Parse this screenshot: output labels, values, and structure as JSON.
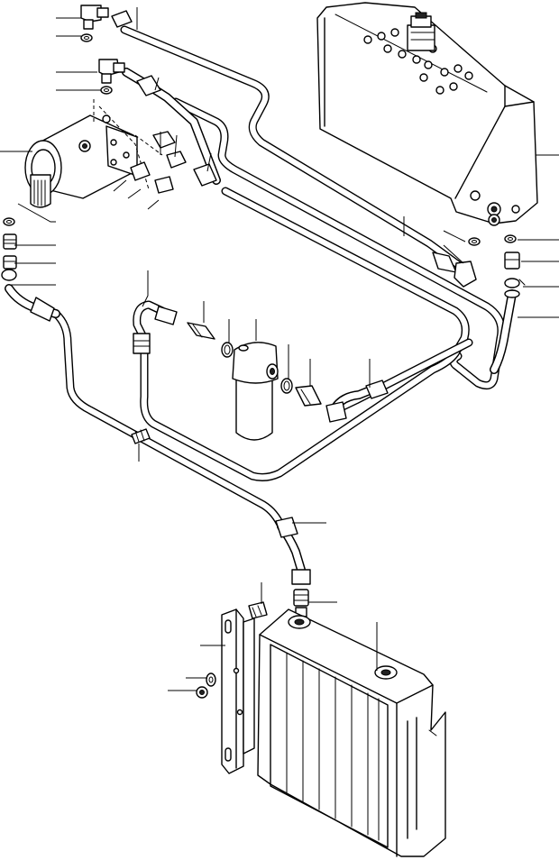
{
  "diagram": {
    "kind": "hydraulic oil cooler piping exploded parts view",
    "callout_count": 34,
    "components": [
      "hydraulic-tank",
      "gear-pump",
      "oil-filter",
      "oil-cooler",
      "mounting-bracket",
      "tubes",
      "hoses",
      "fittings",
      "o-rings",
      "clamp"
    ]
  }
}
